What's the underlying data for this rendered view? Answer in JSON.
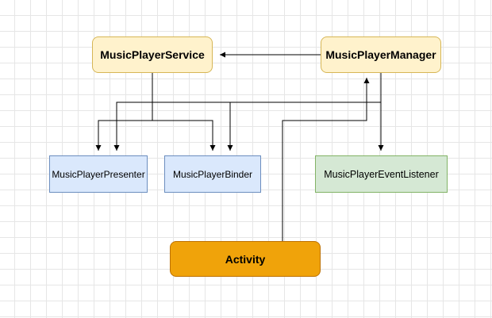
{
  "nodes": {
    "music_player_service": {
      "label": "MusicPlayerService",
      "fill": "#fff2cc",
      "stroke": "#d6b656"
    },
    "music_player_manager": {
      "label": "MusicPlayerManager",
      "fill": "#fff2cc",
      "stroke": "#d6b656"
    },
    "music_player_presenter": {
      "label": "MusicPlayerPresenter",
      "fill": "#dae8fc",
      "stroke": "#6c8ebf"
    },
    "music_player_binder": {
      "label": "MusicPlayerBinder",
      "fill": "#dae8fc",
      "stroke": "#6c8ebf"
    },
    "music_player_event_listener": {
      "label": "MusicPlayerEventListener",
      "fill": "#d5e8d4",
      "stroke": "#82b366"
    },
    "activity": {
      "label": "Activity",
      "fill": "#f0a30a",
      "stroke": "#bd7000"
    }
  },
  "edge_color": "#000000"
}
